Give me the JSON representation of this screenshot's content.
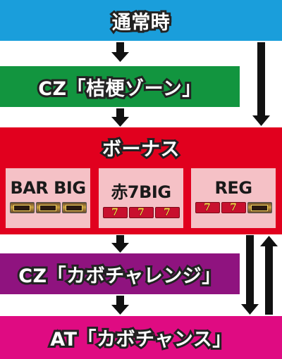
{
  "states": {
    "normal": "通常時",
    "cz1": "CZ「桔梗ゾーン」",
    "bonus": "ボーナス",
    "cz2": "CZ「カボチャレンジ」",
    "at": "AT「カボチャンス」"
  },
  "bonus_types": [
    {
      "label": "BAR BIG",
      "reel_symbol": "bar"
    },
    {
      "label": "赤7BIG",
      "reel_symbol": "red-seven"
    },
    {
      "label": "REG",
      "reel_symbol": "mixed"
    }
  ],
  "colors": {
    "normal": "#1a9edb",
    "cz1": "#12953f",
    "bonus": "#e1001e",
    "cz2": "#8f137f",
    "at": "#df0b82",
    "arrow": "#111111"
  }
}
